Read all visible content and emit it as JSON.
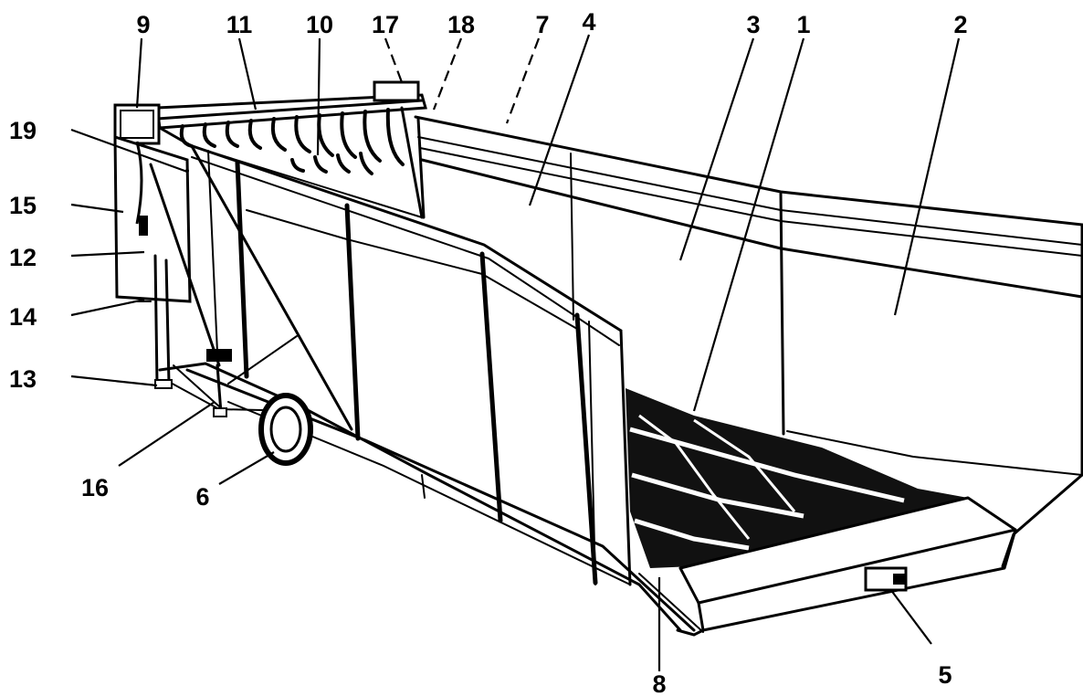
{
  "labels": [
    {
      "id": "1",
      "text": "1"
    },
    {
      "id": "2",
      "text": "2"
    },
    {
      "id": "3",
      "text": "3"
    },
    {
      "id": "4",
      "text": "4"
    },
    {
      "id": "5",
      "text": "5"
    },
    {
      "id": "6",
      "text": "6"
    },
    {
      "id": "7",
      "text": "7"
    },
    {
      "id": "8",
      "text": "8"
    },
    {
      "id": "9",
      "text": "9"
    },
    {
      "id": "10",
      "text": "10"
    },
    {
      "id": "11",
      "text": "11"
    },
    {
      "id": "12",
      "text": "12"
    },
    {
      "id": "13",
      "text": "13"
    },
    {
      "id": "14",
      "text": "14"
    },
    {
      "id": "15",
      "text": "15"
    },
    {
      "id": "16",
      "text": "16"
    },
    {
      "id": "17",
      "text": "17"
    },
    {
      "id": "18",
      "text": "18"
    },
    {
      "id": "19",
      "text": "19"
    }
  ]
}
